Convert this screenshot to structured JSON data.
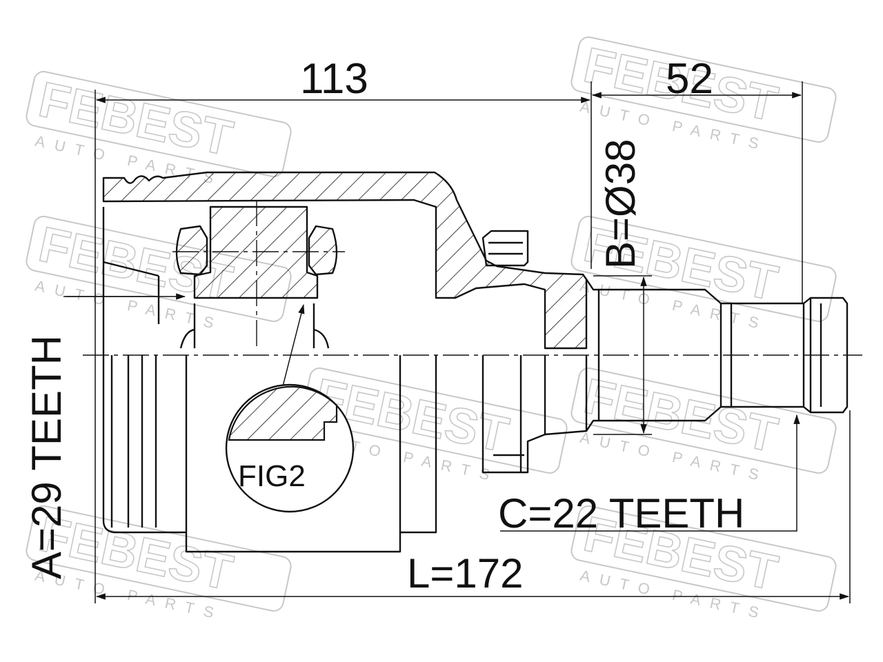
{
  "watermark": {
    "brand": "FEBEST",
    "tagline": "AUTO PARTS"
  },
  "dimensions": {
    "dim_113": "113",
    "dim_52": "52",
    "dim_b": "B=Ø38",
    "dim_a": "A=29 TEETH",
    "dim_c": "C=22 TEETH",
    "dim_l": "L=172"
  },
  "figure_label": "FIG2",
  "colors": {
    "line": "#111111",
    "watermark": "#c8c8c8",
    "background": "#ffffff"
  }
}
